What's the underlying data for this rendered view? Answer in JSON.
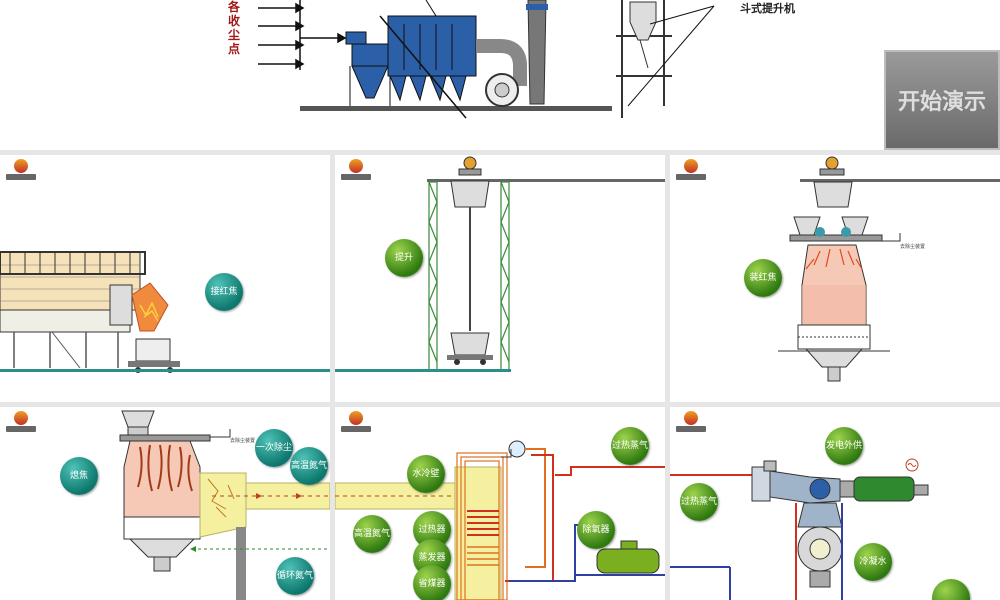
{
  "top": {
    "vertical_label": "各收尘点",
    "bucket_elevator_label": "斗式提升机",
    "start_button": "开始演示"
  },
  "panels": {
    "p1": {
      "bubble": "接红焦"
    },
    "p2": {
      "bubble": "提升"
    },
    "p3": {
      "bubble": "装红焦",
      "small_label": "去除尘装置"
    },
    "p4": {
      "bubbles": [
        "熄焦",
        "一次除尘",
        "高温氮气",
        "循环氮气"
      ],
      "small_label": "去除尘装置"
    },
    "p5": {
      "bubbles": [
        "水冷壁",
        "高温氮气",
        "过热器",
        "蒸发器",
        "省煤器",
        "过热蒸气",
        "除氧器"
      ]
    },
    "p6": {
      "bubbles": [
        "过热蒸气",
        "发电外供",
        "冷凝水"
      ]
    }
  },
  "colors": {
    "teal_bubble": "#0d776d",
    "green_bubble": "#2f7a10",
    "hot_coke": "#f08a3c",
    "dust_collector": "#2b5fa8",
    "nitrogen_duct": "#f5f0a0",
    "steam_line": "#d03020",
    "water_line": "#3040a0"
  }
}
